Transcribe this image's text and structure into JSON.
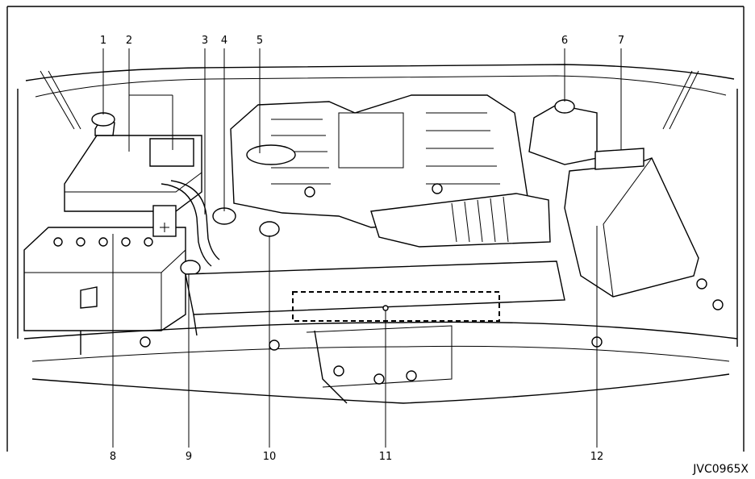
{
  "callouts": {
    "c1": "1",
    "c2": "2",
    "c3": "3",
    "c4": "4",
    "c5": "5",
    "c6": "6",
    "c7": "7",
    "c8": "8",
    "c9": "9",
    "c10": "10",
    "c11": "11",
    "c12": "12"
  },
  "figure_code": "JVC0965X"
}
